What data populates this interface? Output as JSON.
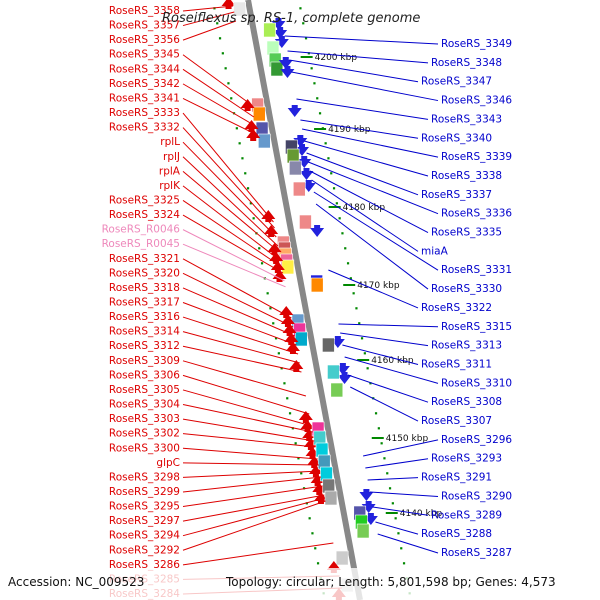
{
  "title": "Roseiflexus sp. RS-1, complete genome",
  "footer": {
    "accession": "Accession: NC_009523",
    "summary": "Topology: circular; Length: 5,801,598 bp; Genes: 4,573"
  },
  "colors": {
    "left_label": "#dd0000",
    "rna_label": "#ee88bb",
    "right_label": "#0000cc",
    "backbone": "#888888",
    "tick": "#008800"
  },
  "kbp_ticks": [
    {
      "label": "4200 kbp",
      "t": 0.095
    },
    {
      "label": "4190 kbp",
      "t": 0.215
    },
    {
      "label": "4180 kbp",
      "t": 0.345
    },
    {
      "label": "4170 kbp",
      "t": 0.475
    },
    {
      "label": "4160 kbp",
      "t": 0.6
    },
    {
      "label": "4150 kbp",
      "t": 0.73
    },
    {
      "label": "4140 kbp",
      "t": 0.855
    }
  ],
  "left_labels": [
    {
      "text": "RoseRS_3358",
      "kind": "gene",
      "t": 0.01
    },
    {
      "text": "RoseRS_3357",
      "kind": "gene",
      "t": 0.02
    },
    {
      "text": "RoseRS_3356",
      "kind": "gene",
      "t": 0.035
    },
    {
      "text": "RoseRS_3345",
      "kind": "gene",
      "t": 0.175
    },
    {
      "text": "RoseRS_3344",
      "kind": "gene",
      "t": 0.195
    },
    {
      "text": "RoseRS_3342",
      "kind": "gene",
      "t": 0.21
    },
    {
      "text": "RoseRS_3341",
      "kind": "gene",
      "t": 0.225
    },
    {
      "text": "RoseRS_3333",
      "kind": "gene",
      "t": 0.37
    },
    {
      "text": "RoseRS_3332",
      "kind": "gene",
      "t": 0.38
    },
    {
      "text": "rplL",
      "kind": "gene",
      "t": 0.395
    },
    {
      "text": "rplJ",
      "kind": "gene",
      "t": 0.41
    },
    {
      "text": "rplA",
      "kind": "gene",
      "t": 0.42
    },
    {
      "text": "rplK",
      "kind": "gene",
      "t": 0.435
    },
    {
      "text": "RoseRS_3325",
      "kind": "gene",
      "t": 0.445
    },
    {
      "text": "RoseRS_3324",
      "kind": "gene",
      "t": 0.455
    },
    {
      "text": "RoseRS_R0046",
      "kind": "rna",
      "t": 0.468
    },
    {
      "text": "RoseRS_R0045",
      "kind": "rna",
      "t": 0.478
    },
    {
      "text": "RoseRS_3321",
      "kind": "gene",
      "t": 0.53
    },
    {
      "text": "RoseRS_3320",
      "kind": "gene",
      "t": 0.545
    },
    {
      "text": "RoseRS_3318",
      "kind": "gene",
      "t": 0.56
    },
    {
      "text": "RoseRS_3317",
      "kind": "gene",
      "t": 0.575
    },
    {
      "text": "RoseRS_3316",
      "kind": "gene",
      "t": 0.59
    },
    {
      "text": "RoseRS_3314",
      "kind": "gene",
      "t": 0.605
    },
    {
      "text": "RoseRS_3312",
      "kind": "gene",
      "t": 0.62
    },
    {
      "text": "RoseRS_3309",
      "kind": "gene",
      "t": 0.66
    },
    {
      "text": "RoseRS_3306",
      "kind": "gene",
      "t": 0.69
    },
    {
      "text": "RoseRS_3305",
      "kind": "gene",
      "t": 0.71
    },
    {
      "text": "RoseRS_3304",
      "kind": "gene",
      "t": 0.72
    },
    {
      "text": "RoseRS_3303",
      "kind": "gene",
      "t": 0.735
    },
    {
      "text": "RoseRS_3302",
      "kind": "gene",
      "t": 0.745
    },
    {
      "text": "RoseRS_3300",
      "kind": "gene",
      "t": 0.765
    },
    {
      "text": "glpC",
      "kind": "gene",
      "t": 0.775
    },
    {
      "text": "RoseRS_3298",
      "kind": "gene",
      "t": 0.785
    },
    {
      "text": "RoseRS_3299",
      "kind": "gene",
      "t": 0.795
    },
    {
      "text": "RoseRS_3295",
      "kind": "gene",
      "t": 0.81
    },
    {
      "text": "RoseRS_3297",
      "kind": "gene",
      "t": 0.825
    },
    {
      "text": "RoseRS_3294",
      "kind": "gene",
      "t": 0.83
    },
    {
      "text": "RoseRS_3292",
      "kind": "gene",
      "t": 0.835
    },
    {
      "text": "RoseRS_3286",
      "kind": "gene",
      "t": 0.905
    },
    {
      "text": "RoseRS_3285",
      "kind": "gene",
      "t": 0.96
    },
    {
      "text": "RoseRS_3284",
      "kind": "gene",
      "t": 0.98
    }
  ],
  "right_labels": [
    {
      "text": "RoseRS_3349",
      "t": 0.06
    },
    {
      "text": "RoseRS_3348",
      "t": 0.085
    },
    {
      "text": "RoseRS_3347",
      "t": 0.1
    },
    {
      "text": "RoseRS_3346",
      "t": 0.12
    },
    {
      "text": "RoseRS_3343",
      "t": 0.165
    },
    {
      "text": "RoseRS_3340",
      "t": 0.2
    },
    {
      "text": "RoseRS_3339",
      "t": 0.215
    },
    {
      "text": "RoseRS_3338",
      "t": 0.235
    },
    {
      "text": "RoseRS_3337",
      "t": 0.255
    },
    {
      "text": "RoseRS_3336",
      "t": 0.27
    },
    {
      "text": "RoseRS_3335",
      "t": 0.285
    },
    {
      "text": "miaA",
      "t": 0.3
    },
    {
      "text": "RoseRS_3331",
      "t": 0.32
    },
    {
      "text": "RoseRS_3330",
      "t": 0.34
    },
    {
      "text": "RoseRS_3322",
      "t": 0.45
    },
    {
      "text": "RoseRS_3315",
      "t": 0.54
    },
    {
      "text": "RoseRS_3313",
      "t": 0.555
    },
    {
      "text": "RoseRS_3311",
      "t": 0.575
    },
    {
      "text": "RoseRS_3310",
      "t": 0.595
    },
    {
      "text": "RoseRS_3308",
      "t": 0.625
    },
    {
      "text": "RoseRS_3307",
      "t": 0.645
    },
    {
      "text": "RoseRS_3296",
      "t": 0.76
    },
    {
      "text": "RoseRS_3293",
      "t": 0.78
    },
    {
      "text": "RoseRS_3291",
      "t": 0.8
    },
    {
      "text": "RoseRS_3290",
      "t": 0.82
    },
    {
      "text": "RoseRS_3289",
      "t": 0.845
    },
    {
      "text": "RoseRS_3288",
      "t": 0.87
    },
    {
      "text": "RoseRS_3287",
      "t": 0.89
    }
  ],
  "features": [
    {
      "kind": "arrow",
      "side": "plus",
      "color": "#dd0000",
      "t": 0.005
    },
    {
      "kind": "box",
      "side": "plus",
      "color": "#e8e8e8",
      "t": 0.015
    },
    {
      "kind": "arrow",
      "side": "minus",
      "color": "#2222dd",
      "t": 0.04
    },
    {
      "kind": "arrow",
      "side": "minus",
      "color": "#2222dd",
      "t": 0.055
    },
    {
      "kind": "arrow",
      "side": "minus",
      "color": "#2222dd",
      "t": 0.07
    },
    {
      "kind": "box",
      "side": "minus",
      "color": "#aaee55",
      "t": 0.05
    },
    {
      "kind": "box",
      "side": "minus",
      "color": "#bbffbb",
      "t": 0.08
    },
    {
      "kind": "box",
      "side": "minus",
      "color": "#55cc55",
      "t": 0.1
    },
    {
      "kind": "box",
      "side": "minus",
      "color": "#339933",
      "t": 0.115
    },
    {
      "kind": "arrow",
      "side": "minus",
      "color": "#2222dd",
      "t": 0.105
    },
    {
      "kind": "arrow",
      "side": "minus",
      "color": "#2222dd",
      "t": 0.12
    },
    {
      "kind": "arrow",
      "side": "minus",
      "color": "#2222dd",
      "t": 0.185
    },
    {
      "kind": "box",
      "side": "plus",
      "color": "#ee8888",
      "t": 0.175
    },
    {
      "kind": "box",
      "side": "plus",
      "color": "#ff8800",
      "t": 0.19
    },
    {
      "kind": "box",
      "side": "plus",
      "color": "#5555aa",
      "t": 0.215
    },
    {
      "kind": "box",
      "side": "plus",
      "color": "#6699cc",
      "t": 0.235
    },
    {
      "kind": "arrow",
      "side": "plus",
      "color": "#dd0000",
      "t": 0.175
    },
    {
      "kind": "arrow",
      "side": "plus",
      "color": "#dd0000",
      "t": 0.21
    },
    {
      "kind": "arrow",
      "side": "plus",
      "color": "#dd0000",
      "t": 0.225
    },
    {
      "kind": "arrow",
      "side": "minus",
      "color": "#2222dd",
      "t": 0.235
    },
    {
      "kind": "arrow",
      "side": "minus",
      "color": "#2222dd",
      "t": 0.25
    },
    {
      "kind": "arrow",
      "side": "minus",
      "color": "#2222dd",
      "t": 0.27
    },
    {
      "kind": "arrow",
      "side": "minus",
      "color": "#2222dd",
      "t": 0.29
    },
    {
      "kind": "arrow",
      "side": "minus",
      "color": "#2222dd",
      "t": 0.31
    },
    {
      "kind": "box",
      "side": "minus",
      "color": "#444466",
      "t": 0.245
    },
    {
      "kind": "box",
      "side": "minus",
      "color": "#669933",
      "t": 0.26
    },
    {
      "kind": "box",
      "side": "minus",
      "color": "#8888aa",
      "t": 0.28
    },
    {
      "kind": "box",
      "side": "minus",
      "color": "#ee8888",
      "t": 0.315
    },
    {
      "kind": "arrow",
      "side": "plus",
      "color": "#dd0000",
      "t": 0.36
    },
    {
      "kind": "box",
      "side": "minus",
      "color": "#ee8888",
      "t": 0.37
    },
    {
      "kind": "arrow",
      "side": "minus",
      "color": "#2222dd",
      "t": 0.385
    },
    {
      "kind": "arrow",
      "side": "plus",
      "color": "#dd0000",
      "t": 0.385
    },
    {
      "kind": "box",
      "side": "plus",
      "color": "#ee8888",
      "t": 0.405
    },
    {
      "kind": "box",
      "side": "plus",
      "color": "#cc5555",
      "t": 0.415
    },
    {
      "kind": "box",
      "side": "plus",
      "color": "#ffaa66",
      "t": 0.425
    },
    {
      "kind": "box",
      "side": "plus",
      "color": "#ee6699",
      "t": 0.435
    },
    {
      "kind": "box",
      "side": "plus",
      "color": "#ffee44",
      "t": 0.445
    },
    {
      "kind": "arrow",
      "side": "plus",
      "color": "#dd0000",
      "t": 0.415
    },
    {
      "kind": "arrow",
      "side": "plus",
      "color": "#dd0000",
      "t": 0.43
    },
    {
      "kind": "arrow",
      "side": "plus",
      "color": "#dd0000",
      "t": 0.445
    },
    {
      "kind": "arrow",
      "side": "plus",
      "color": "#dd0000",
      "t": 0.46
    },
    {
      "kind": "box",
      "side": "minus",
      "color": "#2222dd",
      "t": 0.47
    },
    {
      "kind": "box",
      "side": "minus",
      "color": "#ff8800",
      "t": 0.475
    },
    {
      "kind": "box",
      "side": "plus",
      "color": "#6699cc",
      "t": 0.535
    },
    {
      "kind": "box",
      "side": "plus",
      "color": "#ee3399",
      "t": 0.55
    },
    {
      "kind": "box",
      "side": "plus",
      "color": "#00aacc",
      "t": 0.565
    },
    {
      "kind": "arrow",
      "side": "plus",
      "color": "#dd0000",
      "t": 0.52
    },
    {
      "kind": "arrow",
      "side": "plus",
      "color": "#dd0000",
      "t": 0.535
    },
    {
      "kind": "arrow",
      "side": "plus",
      "color": "#dd0000",
      "t": 0.55
    },
    {
      "kind": "arrow",
      "side": "plus",
      "color": "#dd0000",
      "t": 0.565
    },
    {
      "kind": "arrow",
      "side": "plus",
      "color": "#dd0000",
      "t": 0.58
    },
    {
      "kind": "arrow",
      "side": "plus",
      "color": "#dd0000",
      "t": 0.61
    },
    {
      "kind": "arrow",
      "side": "minus",
      "color": "#2222dd",
      "t": 0.57
    },
    {
      "kind": "box",
      "side": "minus",
      "color": "#666666",
      "t": 0.575
    },
    {
      "kind": "arrow",
      "side": "minus",
      "color": "#2222dd",
      "t": 0.615
    },
    {
      "kind": "arrow",
      "side": "minus",
      "color": "#2222dd",
      "t": 0.63
    },
    {
      "kind": "box",
      "side": "minus",
      "color": "#44cccc",
      "t": 0.62
    },
    {
      "kind": "box",
      "side": "minus",
      "color": "#77cc55",
      "t": 0.65
    },
    {
      "kind": "arrow",
      "side": "plus",
      "color": "#dd0000",
      "t": 0.695
    },
    {
      "kind": "arrow",
      "side": "plus",
      "color": "#dd0000",
      "t": 0.71
    },
    {
      "kind": "arrow",
      "side": "plus",
      "color": "#dd0000",
      "t": 0.725
    },
    {
      "kind": "arrow",
      "side": "plus",
      "color": "#dd0000",
      "t": 0.74
    },
    {
      "kind": "arrow",
      "side": "plus",
      "color": "#dd0000",
      "t": 0.755
    },
    {
      "kind": "arrow",
      "side": "plus",
      "color": "#dd0000",
      "t": 0.77
    },
    {
      "kind": "arrow",
      "side": "plus",
      "color": "#dd0000",
      "t": 0.785
    },
    {
      "kind": "arrow",
      "side": "plus",
      "color": "#dd0000",
      "t": 0.8
    },
    {
      "kind": "arrow",
      "side": "plus",
      "color": "#dd0000",
      "t": 0.815
    },
    {
      "kind": "arrow",
      "side": "plus",
      "color": "#dd0000",
      "t": 0.83
    },
    {
      "kind": "box",
      "side": "plus",
      "color": "#ee3399",
      "t": 0.715
    },
    {
      "kind": "box",
      "side": "plus",
      "color": "#44cccc",
      "t": 0.73
    },
    {
      "kind": "box",
      "side": "plus",
      "color": "#00ccdd",
      "t": 0.75
    },
    {
      "kind": "box",
      "side": "plus",
      "color": "#4499bb",
      "t": 0.77
    },
    {
      "kind": "box",
      "side": "plus",
      "color": "#00ccdd",
      "t": 0.79
    },
    {
      "kind": "box",
      "side": "plus",
      "color": "#777777",
      "t": 0.81
    },
    {
      "kind": "box",
      "side": "plus",
      "color": "#aaaaaa",
      "t": 0.83
    },
    {
      "kind": "arrow",
      "side": "minus",
      "color": "#2222dd",
      "t": 0.825
    },
    {
      "kind": "arrow",
      "side": "minus",
      "color": "#2222dd",
      "t": 0.845
    },
    {
      "kind": "arrow",
      "side": "minus",
      "color": "#2222dd",
      "t": 0.865
    },
    {
      "kind": "box",
      "side": "minus",
      "color": "#5555aa",
      "t": 0.855
    },
    {
      "kind": "box",
      "side": "minus",
      "color": "#22cc22",
      "t": 0.87
    },
    {
      "kind": "box",
      "side": "minus",
      "color": "#77cc55",
      "t": 0.885
    },
    {
      "kind": "box",
      "side": "plus",
      "color": "#cccccc",
      "t": 0.93
    },
    {
      "kind": "arrow",
      "side": "plus",
      "color": "#dd0000",
      "t": 0.945
    },
    {
      "kind": "box",
      "side": "plus",
      "color": "#cccccc",
      "t": 0.975
    },
    {
      "kind": "arrow",
      "side": "plus",
      "color": "#dd0000",
      "t": 0.99
    }
  ]
}
